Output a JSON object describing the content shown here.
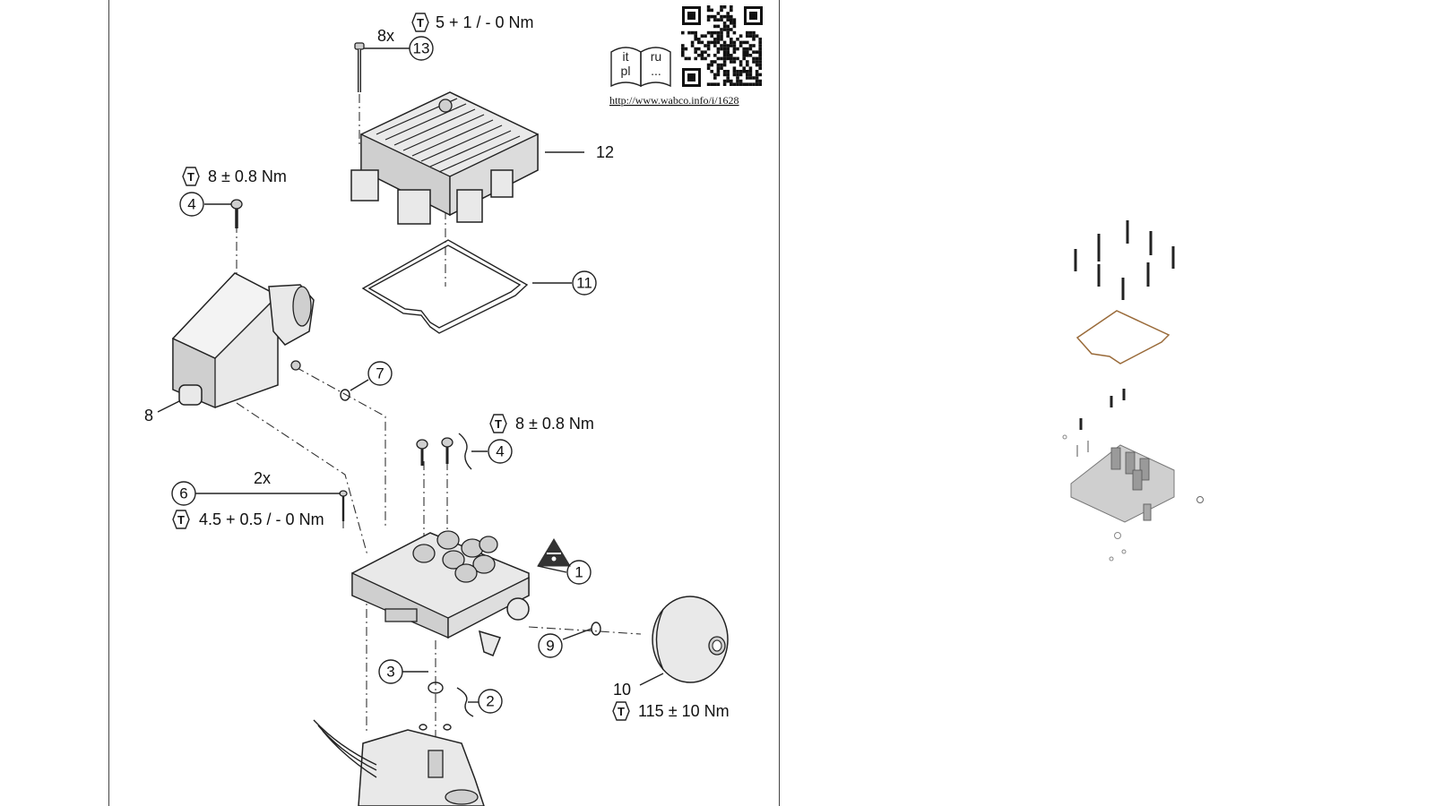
{
  "callouts": {
    "c1": "1",
    "c2": "2",
    "c3": "3",
    "c4a": "4",
    "c4b": "4",
    "c6": "6",
    "c7": "7",
    "c8": "8",
    "c9": "9",
    "c10": "10",
    "c11": "11",
    "c12": "12",
    "c13": "13"
  },
  "quantities": {
    "q13": "8x",
    "q6": "2x"
  },
  "torque": {
    "t13": "5 + 1 / - 0 Nm",
    "t4a": "8 ± 0.8 Nm",
    "t4b": "8 ± 0.8 Nm",
    "t6": "4.5 + 0.5 / - 0 Nm",
    "t10": "115 ± 10 Nm",
    "symbol": "T"
  },
  "languages": {
    "l1": "it",
    "l2": "ru",
    "l3": "pl",
    "l4": "..."
  },
  "url": "http://www.wabco.info/i/1628",
  "icons": {
    "qr": "qr-code-icon",
    "book": "language-book-icon",
    "esd": "esd-warning-icon",
    "torque": "torque-icon"
  },
  "colors": {
    "line": "#222222",
    "part_fill": "#e9e9e9",
    "esd": "#333333"
  }
}
